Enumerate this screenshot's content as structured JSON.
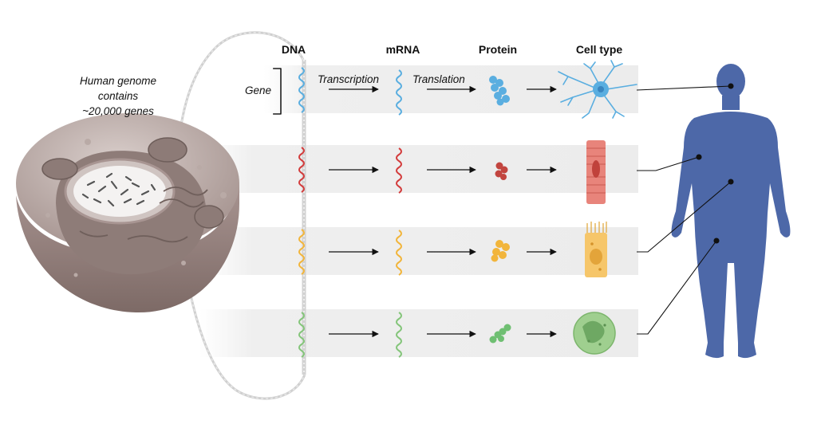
{
  "intro": {
    "lines": [
      "Human genome",
      "contains",
      "~20,000 genes"
    ]
  },
  "columns": {
    "dna": "DNA",
    "mrna": "mRNA",
    "protein": "Protein",
    "cell_type": "Cell type"
  },
  "labels": {
    "gene": "Gene",
    "transcription": "Transcription",
    "translation": "Translation"
  },
  "rows": [
    {
      "id": "neuron",
      "color": "#5aaee0",
      "cell": "neuron-icon"
    },
    {
      "id": "muscle",
      "color": "#d33c3c",
      "cell": "muscle-cell-icon"
    },
    {
      "id": "epithelial",
      "color": "#f2b53b",
      "cell": "epithelial-cell-icon"
    },
    {
      "id": "immune",
      "color": "#84c57a",
      "cell": "white-blood-cell-icon"
    }
  ],
  "colors": {
    "human": "#4d68a8",
    "cell_body": "#a89a98",
    "band": "#efefef"
  }
}
